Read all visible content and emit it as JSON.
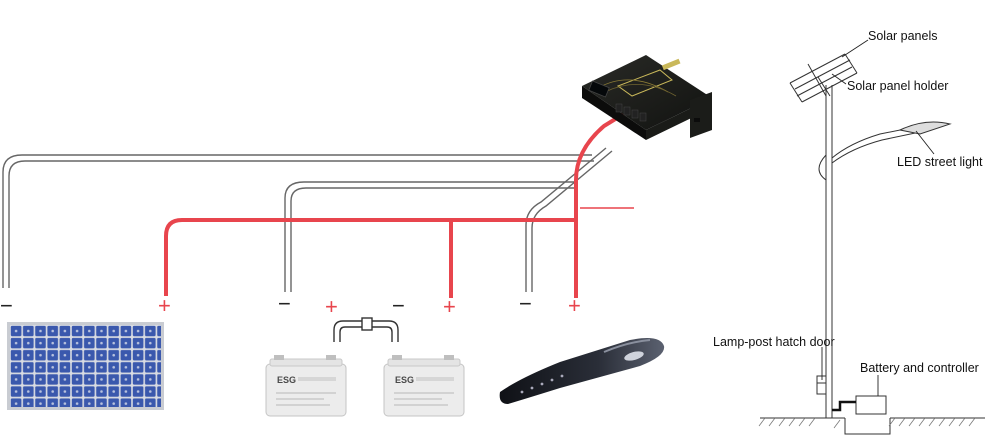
{
  "signs": {
    "panel_minus": "−",
    "panel_plus": "+",
    "battery_minus": "−",
    "battery_plus": "+",
    "bridge_plus": "+",
    "bridge_minus": "−",
    "light_minus": "−",
    "light_plus": "+"
  },
  "labels": {
    "solar_panels": "Solar panels",
    "solar_panel_holder": "Solar panel holder",
    "led_street_light": "LED street light",
    "hatch_door": "Lamp-post hatch door",
    "battery_controller": "Battery and controller"
  },
  "battery": {
    "brand": "ESG"
  },
  "colors": {
    "positive_wire": "#e8454d",
    "negative_wire": "#555555",
    "controller_body": "#1e1f1c",
    "controller_accent": "#c9b85a",
    "panel_cell": "#3b5bb0",
    "panel_frame": "#c9ccd2",
    "battery_body": "#ececec"
  }
}
